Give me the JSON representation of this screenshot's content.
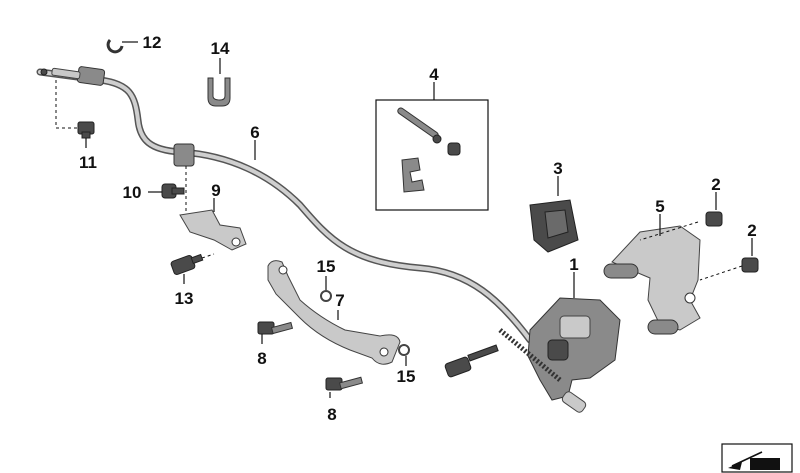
{
  "diagram": {
    "callouts": [
      {
        "id": "c1",
        "label": "1"
      },
      {
        "id": "c2a",
        "label": "2"
      },
      {
        "id": "c2b",
        "label": "2"
      },
      {
        "id": "c3",
        "label": "3"
      },
      {
        "id": "c4",
        "label": "4"
      },
      {
        "id": "c5",
        "label": "5"
      },
      {
        "id": "c6",
        "label": "6"
      },
      {
        "id": "c7",
        "label": "7"
      },
      {
        "id": "c8a",
        "label": "8"
      },
      {
        "id": "c8b",
        "label": "8"
      },
      {
        "id": "c9",
        "label": "9"
      },
      {
        "id": "c10",
        "label": "10"
      },
      {
        "id": "c11",
        "label": "11"
      },
      {
        "id": "c12",
        "label": "12"
      },
      {
        "id": "c13",
        "label": "13"
      },
      {
        "id": "c14",
        "label": "14"
      },
      {
        "id": "c15a",
        "label": "15"
      },
      {
        "id": "c15b",
        "label": "15"
      }
    ]
  },
  "colors": {
    "line": "#111111",
    "part_dark": "#4a4a4a",
    "part_mid": "#8a8a8a",
    "part_light": "#c9c9c9",
    "background": "#ffffff"
  },
  "icons": {
    "nav_icon": "arrow-icon"
  }
}
